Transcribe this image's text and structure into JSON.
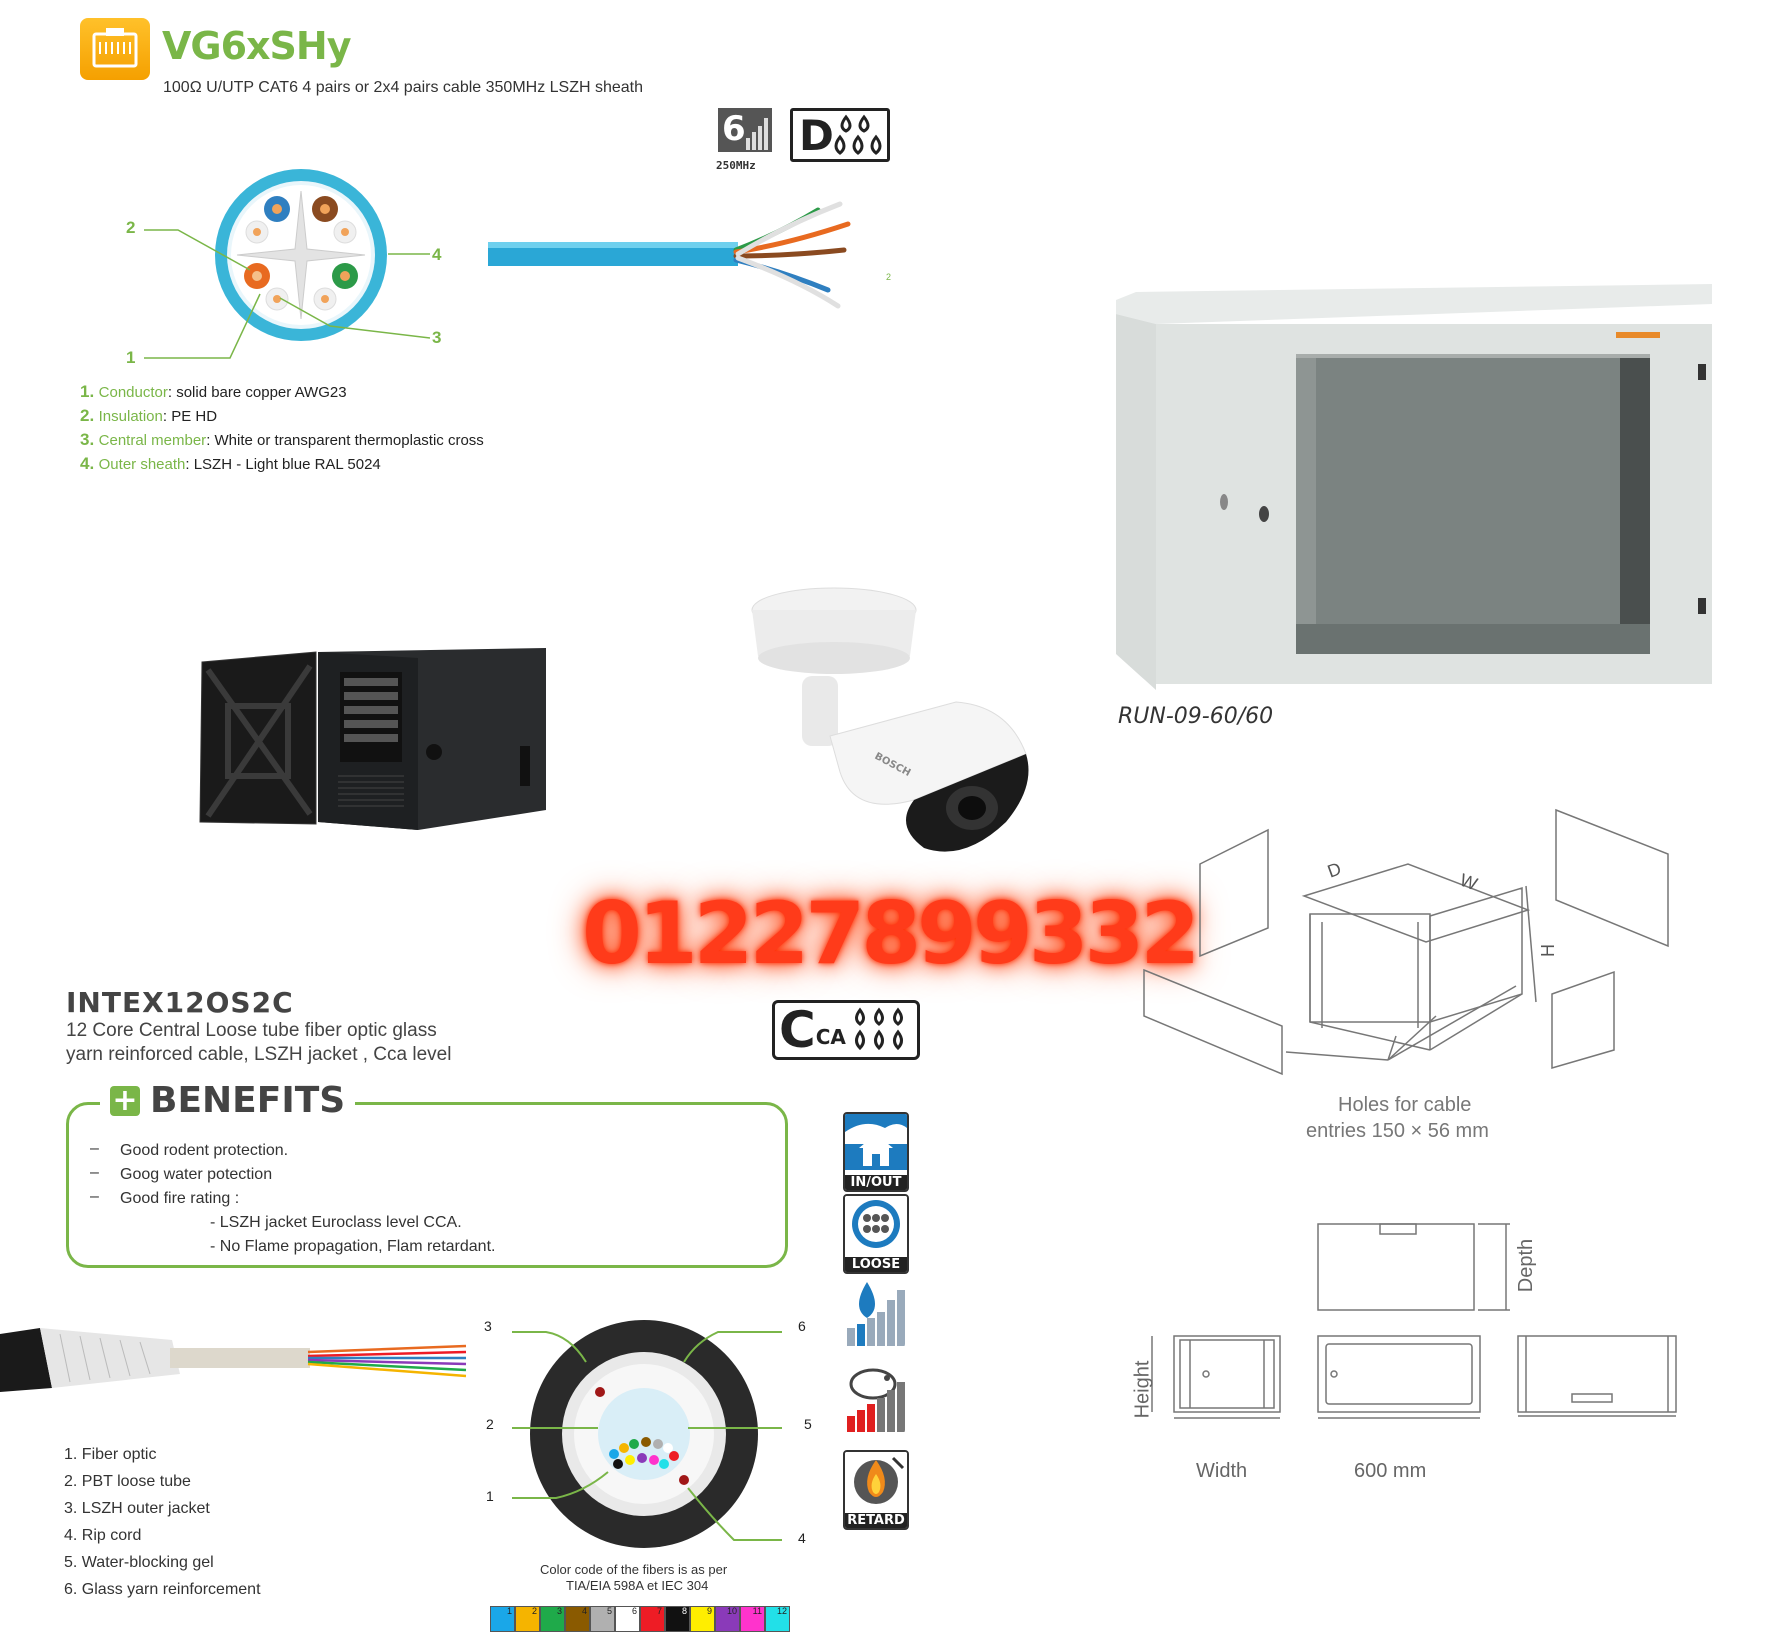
{
  "cat6": {
    "product_code": "VG6xSHy",
    "subtitle": "100Ω U/UTP CAT6 4 pairs or 2x4 pairs cable 350MHz LSZH sheath",
    "badge_speed": "250MHz",
    "badge_cat": "6",
    "badge_fire": "D",
    "callouts": [
      "2",
      "4",
      "3",
      "1"
    ],
    "stray_label": "2",
    "parts": [
      {
        "num": "1.",
        "name": "Conductor",
        "desc": ": solid bare copper AWG23"
      },
      {
        "num": "2.",
        "name": "Insulation",
        "desc": ": PE HD"
      },
      {
        "num": "3.",
        "name": "Central member",
        "desc": ": White or transparent thermoplastic cross"
      },
      {
        "num": "4.",
        "name": "Outer sheath",
        "desc": ": LSZH - Light blue RAL 5024"
      }
    ]
  },
  "rack": {
    "model": "RUN-09-60/60",
    "dims_D": "D",
    "dims_W": "W",
    "dims_H": "H",
    "holes_line1": "Holes for cable",
    "holes_line2": "entries 150 × 56 mm",
    "depth_label": "Depth",
    "height_label": "Height",
    "width_label": "Width",
    "width_value": "600 mm"
  },
  "camera": {
    "brand": "BOSCH"
  },
  "phone": "01227899332",
  "fiber": {
    "product_code": "INTEX12OS2C",
    "desc_line1": "12 Core Central Loose tube fiber optic glass",
    "desc_line2": "yarn reinforced cable, LSZH jacket , Cca level",
    "badge_fire": "C",
    "badge_fire_sub": "CA",
    "benefits_title": "BENEFITS",
    "benefits": [
      "Good rodent protection.",
      "Goog water potection",
      "Good fire rating :"
    ],
    "sub_benefits": [
      "- LSZH jacket Euroclass level CCA.",
      "- No Flame propagation, Flam retardant."
    ],
    "dash": "–",
    "icons": [
      {
        "name": "in-out",
        "caption": "IN/OUT"
      },
      {
        "name": "loose",
        "caption": "LOOSE"
      },
      {
        "name": "water",
        "caption": ""
      },
      {
        "name": "rodent",
        "caption": ""
      },
      {
        "name": "retard",
        "caption": "RETARD"
      }
    ],
    "legend": [
      "1. Fiber optic",
      "2. PBT loose tube",
      "3. LSZH outer jacket",
      "4. Rip cord",
      "5. Water-blocking gel",
      "6. Glass yarn reinforcement"
    ],
    "callouts": [
      "3",
      "6",
      "2",
      "5",
      "1",
      "4"
    ],
    "color_note_1": "Color code of the fibers is as per",
    "color_note_2": "TIA/EIA 598A et IEC 304",
    "color_code": [
      {
        "n": "1",
        "color": "#1aa7e8"
      },
      {
        "n": "2",
        "color": "#f5b400"
      },
      {
        "n": "3",
        "color": "#1faa4a"
      },
      {
        "n": "4",
        "color": "#8a5a00"
      },
      {
        "n": "5",
        "color": "#b0b0b0"
      },
      {
        "n": "6",
        "color": "#ffffff"
      },
      {
        "n": "7",
        "color": "#ee1c25"
      },
      {
        "n": "8",
        "color": "#111111"
      },
      {
        "n": "9",
        "color": "#ffee00"
      },
      {
        "n": "10",
        "color": "#8a3ab9"
      },
      {
        "n": "11",
        "color": "#ff33cc"
      },
      {
        "n": "12",
        "color": "#22e0e8"
      }
    ]
  },
  "colors": {
    "accent": "#7ab648",
    "phone": "#ff3b1a",
    "sheath": "#2aa7d6"
  }
}
